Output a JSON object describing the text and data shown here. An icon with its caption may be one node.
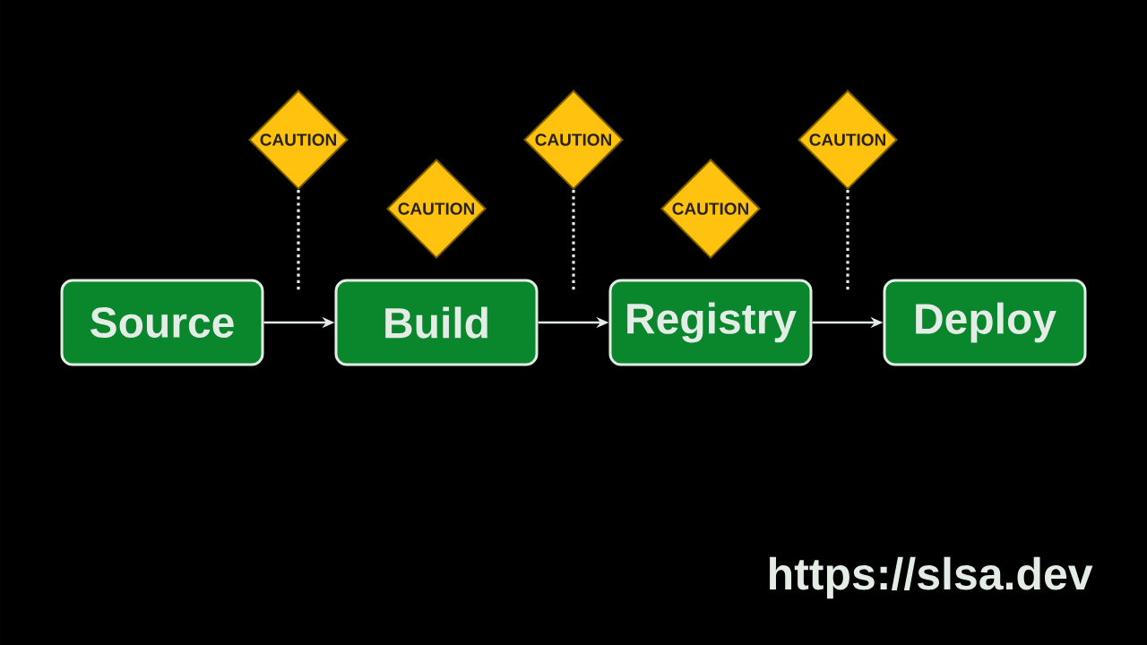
{
  "diagram": {
    "nodes": [
      {
        "text": [
          "Source"
        ]
      },
      {
        "text": [
          "Build"
        ]
      },
      {
        "text": [
          "Registry"
        ]
      },
      {
        "text": [
          "Deploy"
        ]
      },
      {
        "text": [
          "CAUTION"
        ]
      },
      {
        "text": [
          "CAUTION"
        ]
      },
      {
        "text": [
          "CAUTION"
        ]
      },
      {
        "text": [
          "CAUTION"
        ]
      },
      {
        "text": [
          "CAUTION"
        ]
      }
    ],
    "edges": [
      {
        "from": 0,
        "to": 1,
        "arrow": "to"
      },
      {
        "from": 1,
        "to": 2,
        "arrow": "to"
      },
      {
        "from": 2,
        "to": 3,
        "arrow": "to"
      },
      {
        "from": 4,
        "to": null,
        "arrow": "none",
        "style": "dashed"
      },
      {
        "from": 6,
        "to": null,
        "arrow": "none",
        "style": "dashed"
      },
      {
        "from": 8,
        "to": null,
        "arrow": "none",
        "style": "dashed"
      }
    ],
    "labels": [
      "https://slsa.dev"
    ]
  }
}
